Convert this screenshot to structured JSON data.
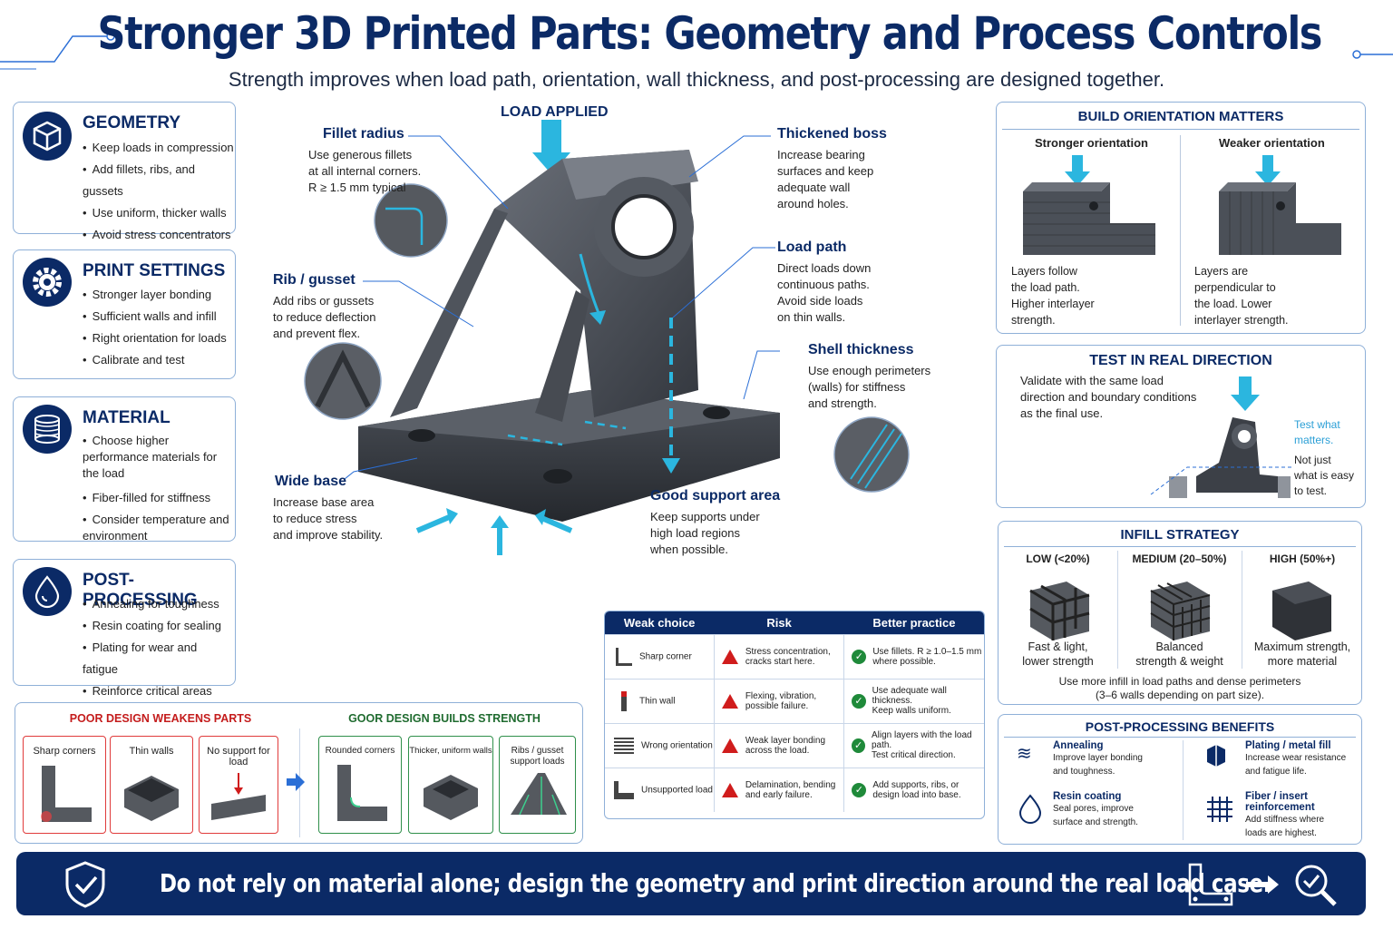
{
  "header": {
    "title": "Stronger 3D Printed Parts: Geometry and Process Controls",
    "subtitle": "Strength improves when load path, orientation, wall thickness, and post-processing are designed together."
  },
  "left_cards": [
    {
      "heading": "GEOMETRY",
      "icon": "cube-icon",
      "items": [
        "Keep loads in compression",
        "Add fillets, ribs, and gussets",
        "Use uniform, thicker walls",
        "Avoid stress concentrators"
      ]
    },
    {
      "heading": "PRINT SETTINGS",
      "icon": "gear-icon",
      "items": [
        "Stronger layer bonding",
        "Sufficient walls and infill",
        "Right orientation for loads",
        "Calibrate and test"
      ]
    },
    {
      "heading": "MATERIAL",
      "icon": "filament-spool-icon",
      "items": [
        "Choose higher performance materials for the load",
        "Fiber-filled for stiffness",
        "Consider temperature and environment"
      ]
    },
    {
      "heading": "POST-PROCESSING",
      "icon": "droplet-icon",
      "items": [
        "Annealing for toughness",
        "Resin coating for sealing",
        "Plating for wear and fatigue",
        "Reinforce critical areas"
      ]
    }
  ],
  "center": {
    "load_applied": "LOAD APPLIED",
    "callouts": {
      "fillet": {
        "title": "Fillet radius",
        "text": [
          "Use generous fillets",
          "at all internal corners.",
          "R ≥ 1.5 mm typical"
        ]
      },
      "rib": {
        "title": "Rib / gusset",
        "text": [
          "Add ribs or gussets",
          "to reduce deflection",
          "and prevent flex."
        ]
      },
      "base": {
        "title": "Wide base",
        "text": [
          "Increase base area",
          "to reduce stress",
          "and improve stability."
        ]
      },
      "boss": {
        "title": "Thickened boss",
        "text": [
          "Increase bearing",
          "surfaces and keep",
          "adequate wall",
          "around holes."
        ]
      },
      "loadpath": {
        "title": "Load path",
        "text": [
          "Direct loads down",
          "continuous paths.",
          "Avoid side loads",
          "on thin walls."
        ]
      },
      "shell": {
        "title": "Shell thickness",
        "text": [
          "Use enough perimeters",
          "(walls) for stiffness",
          "and strength."
        ]
      },
      "support": {
        "title": "Good support area",
        "text": [
          "Keep supports under",
          "high load regions",
          "when possible."
        ]
      }
    }
  },
  "orientation": {
    "title": "BUILD ORIENTATION MATTERS",
    "stronger": {
      "label": "Stronger orientation",
      "text": [
        "Layers follow",
        "the load path.",
        "Higher interlayer",
        "strength."
      ]
    },
    "weaker": {
      "label": "Weaker orientation",
      "text": [
        "Layers are",
        "perpendicular to",
        "the load. Lower",
        "interlayer strength."
      ]
    }
  },
  "test": {
    "title": "TEST IN REAL DIRECTION",
    "text": [
      "Validate with the same load",
      "direction and boundary conditions",
      "as the final use."
    ],
    "accent": [
      "Test what",
      "matters."
    ],
    "note": [
      "Not just",
      "what is easy",
      "to test."
    ]
  },
  "infill": {
    "title": "INFILL STRATEGY",
    "levels": [
      {
        "label": "LOW (<20%)",
        "desc": [
          "Fast & light,",
          "lower strength"
        ]
      },
      {
        "label": "MEDIUM (20–50%)",
        "desc": [
          "Balanced",
          "strength & weight"
        ]
      },
      {
        "label": "HIGH (50%+)",
        "desc": [
          "Maximum strength,",
          "more material"
        ]
      }
    ],
    "note": [
      "Use more infill in load paths and dense perimeters",
      "(3–6 walls depending on part size)."
    ]
  },
  "post_benefits": {
    "title": "POST-PROCESSING BENEFITS",
    "items": [
      {
        "icon": "heat-waves-icon",
        "title": "Annealing",
        "text": [
          "Improve layer bonding",
          "and toughness."
        ]
      },
      {
        "icon": "plating-icon",
        "title": "Plating / metal fill",
        "text": [
          "Increase wear resistance",
          "and fatigue life."
        ]
      },
      {
        "icon": "droplet-icon",
        "title": "Resin coating",
        "text": [
          "Seal pores, improve",
          "surface and strength."
        ]
      },
      {
        "icon": "grid-icon",
        "title": "Fiber / insert reinforcement",
        "text": [
          "Add stiffness where",
          "loads are highest."
        ]
      }
    ]
  },
  "design_compare": {
    "poor_title": "POOR DESIGN WEAKENS PARTS",
    "good_title": "GOOR DESIGN BUILDS STRENGTH",
    "poor": [
      "Sharp corners",
      "Thin walls",
      "No support for load"
    ],
    "good": [
      "Rounded corners",
      "Thicker, uniform walls",
      "Ribs / gusset support loads"
    ]
  },
  "risk_table": {
    "headers": [
      "Weak choice",
      "Risk",
      "Better practice"
    ],
    "rows": [
      {
        "icon": "corner-icon",
        "choice": "Sharp corner",
        "risk": [
          "Stress concentration,",
          "cracks start here."
        ],
        "better": [
          "Use fillets. R ≥ 1.0–1.5 mm",
          "where possible."
        ]
      },
      {
        "icon": "thin-wall-icon",
        "choice": "Thin wall",
        "risk": [
          "Flexing, vibration,",
          "possible failure."
        ],
        "better": [
          "Use adequate wall thickness.",
          "Keep walls uniform."
        ]
      },
      {
        "icon": "layers-icon",
        "choice": "Wrong orientation",
        "risk": [
          "Weak layer bonding",
          "across the load."
        ],
        "better": [
          "Align layers with the load path.",
          "Test critical direction."
        ]
      },
      {
        "icon": "bracket-icon",
        "choice": "Unsupported load",
        "risk": [
          "Delamination, bending",
          "and early failure."
        ],
        "better": [
          "Add supports, ribs, or",
          "design load into base."
        ]
      }
    ]
  },
  "banner": {
    "text": "Do not rely on material alone; design the geometry and print direction around the real load case."
  },
  "colors": {
    "navy": "#0b2a66",
    "cyan": "#2bb6df",
    "red": "#d01c1c",
    "green": "#1f8a3a"
  }
}
